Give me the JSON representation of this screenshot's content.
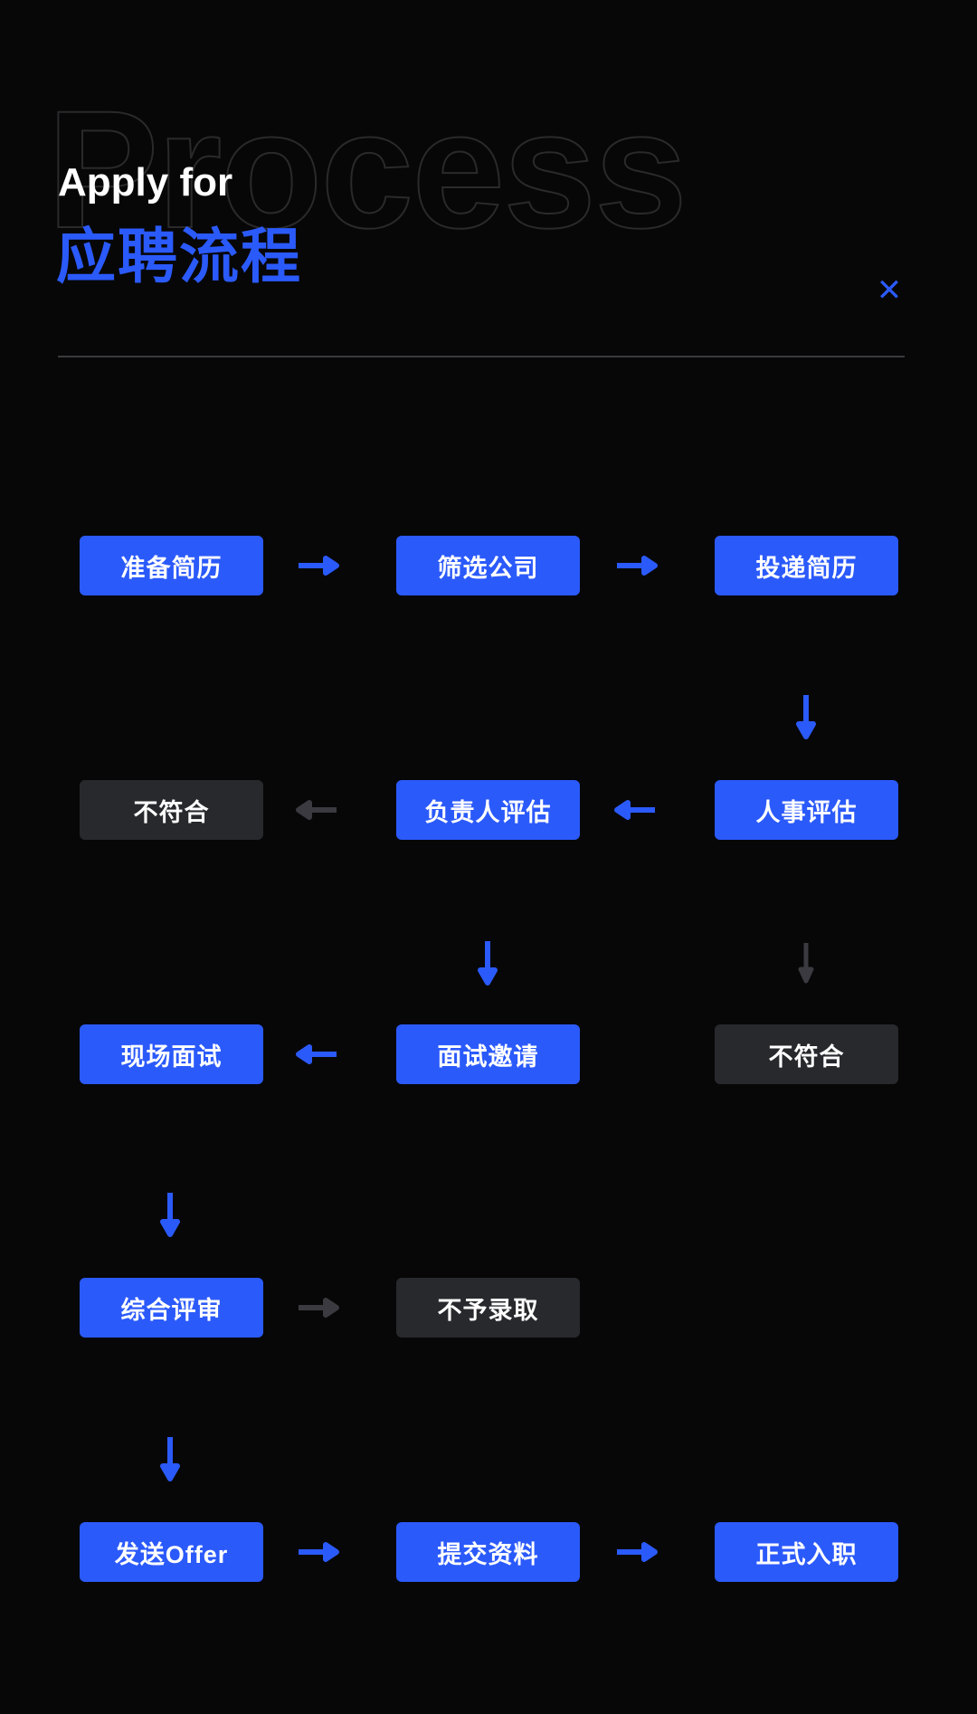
{
  "header": {
    "ghost_word": "Process",
    "eyebrow": "Apply for",
    "title_cn": "应聘流程",
    "close_label": "✕",
    "accent_color": "#2b5afb",
    "muted_color": "#28292d",
    "background_color": "#070707",
    "ghost_stroke_color": "#2a2a2c",
    "divider_color": "#3a3a3e"
  },
  "flow": {
    "rows": [
      {
        "id": "row-1",
        "nodes": [
          {
            "label": "准备简历",
            "state": "primary"
          },
          {
            "label": "筛选公司",
            "state": "primary"
          },
          {
            "label": "投递简历",
            "state": "primary"
          }
        ],
        "h_arrows": [
          {
            "direction": "right",
            "state": "primary"
          },
          {
            "direction": "right",
            "state": "primary"
          }
        ]
      },
      {
        "id": "row-2",
        "nodes": [
          {
            "label": "不符合",
            "state": "muted"
          },
          {
            "label": "负责人评估",
            "state": "primary"
          },
          {
            "label": "人事评估",
            "state": "primary"
          }
        ],
        "h_arrows": [
          {
            "direction": "left",
            "state": "muted"
          },
          {
            "direction": "left",
            "state": "primary"
          }
        ]
      },
      {
        "id": "row-3",
        "nodes": [
          {
            "label": "现场面试",
            "state": "primary"
          },
          {
            "label": "面试邀请",
            "state": "primary"
          },
          {
            "label": "不符合",
            "state": "muted"
          }
        ],
        "h_arrows": [
          {
            "direction": "left",
            "state": "primary"
          }
        ]
      },
      {
        "id": "row-4",
        "nodes": [
          {
            "label": "综合评审",
            "state": "primary"
          },
          {
            "label": "不予录取",
            "state": "muted"
          }
        ],
        "h_arrows": [
          {
            "direction": "right",
            "state": "muted"
          }
        ]
      },
      {
        "id": "row-5",
        "nodes": [
          {
            "label": "发送Offer",
            "state": "primary"
          },
          {
            "label": "提交资料",
            "state": "primary"
          },
          {
            "label": "正式入职",
            "state": "primary"
          }
        ],
        "h_arrows": [
          {
            "direction": "right",
            "state": "primary"
          },
          {
            "direction": "right",
            "state": "primary"
          }
        ]
      }
    ],
    "v_arrows": [
      {
        "from": "投递简历",
        "to": "人事评估",
        "column": "right",
        "state": "primary"
      },
      {
        "from": "负责人评估",
        "to": "面试邀请",
        "column": "middle",
        "state": "primary"
      },
      {
        "from": "人事评估",
        "to": "不符合",
        "column": "right",
        "state": "muted"
      },
      {
        "from": "现场面试",
        "to": "综合评审",
        "column": "left",
        "state": "primary"
      },
      {
        "from": "综合评审",
        "to": "发送Offer",
        "column": "left",
        "state": "primary"
      }
    ]
  }
}
